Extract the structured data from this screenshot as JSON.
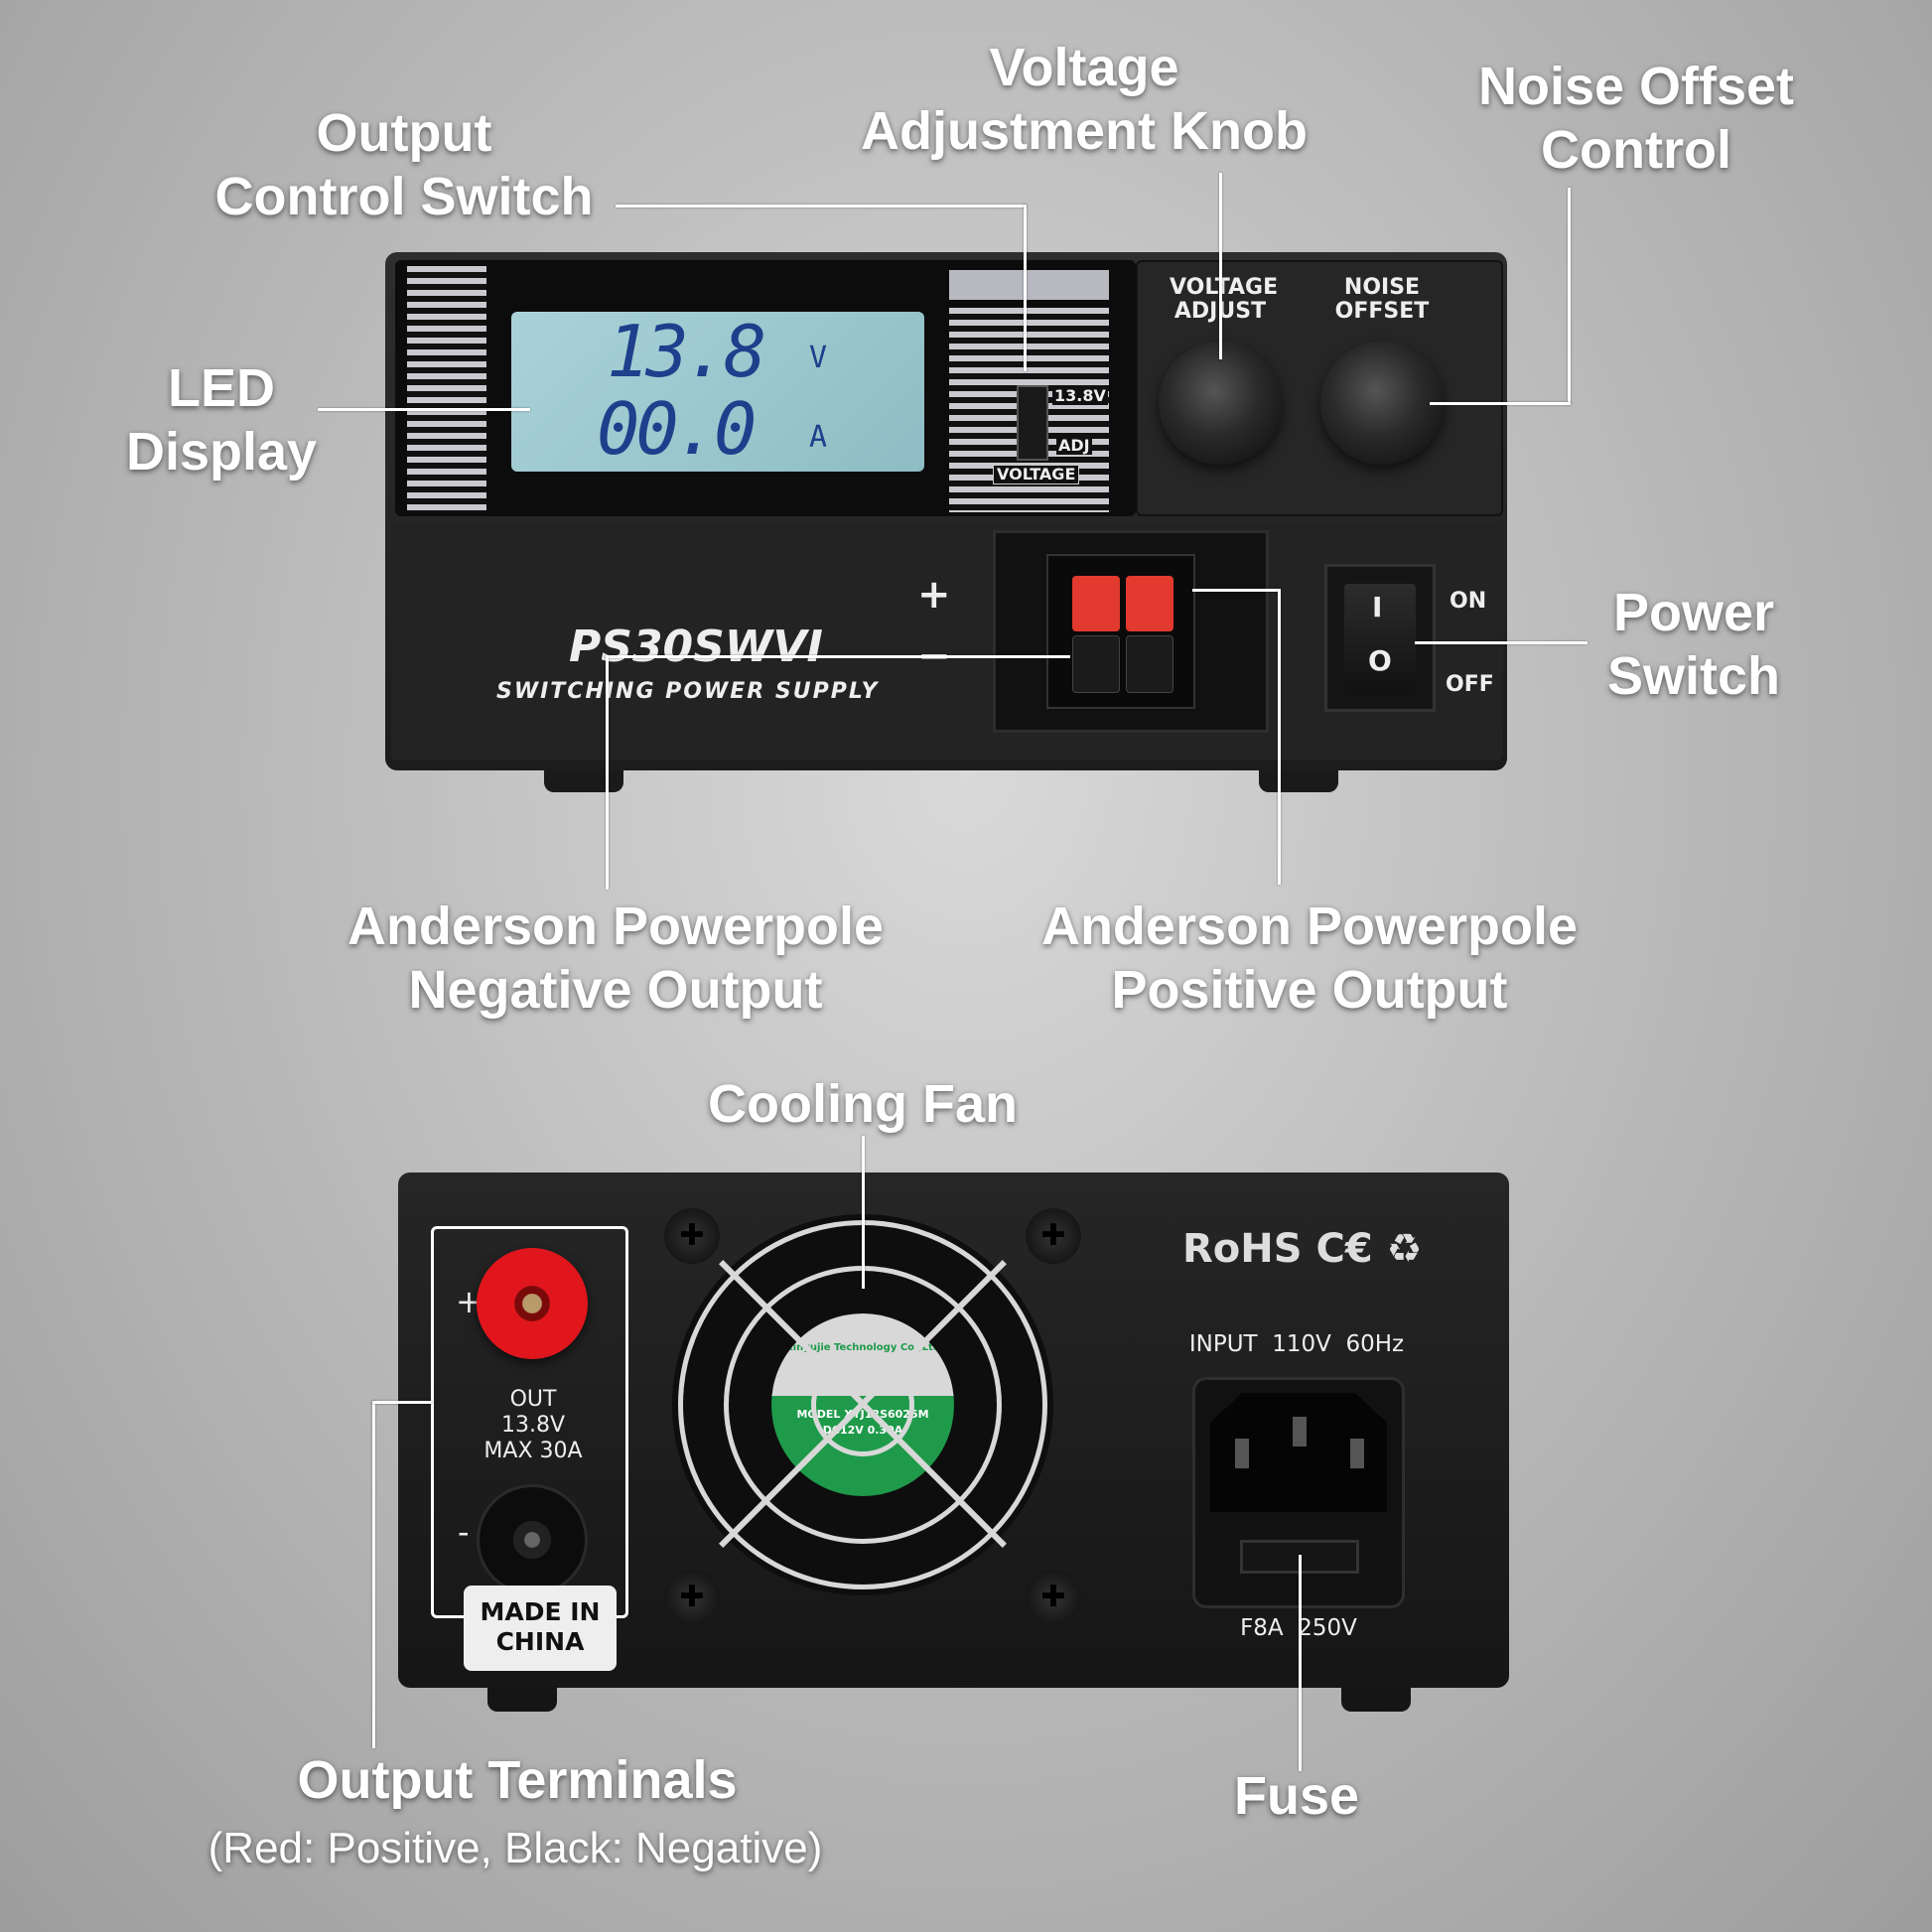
{
  "labels": {
    "output_control_switch": [
      "Output",
      "Control Switch"
    ],
    "voltage_adjustment_knob": [
      "Voltage",
      "Adjustment Knob"
    ],
    "noise_offset_control": [
      "Noise Offset",
      "Control"
    ],
    "led_display": [
      "LED",
      "Display"
    ],
    "power_switch": [
      "Power",
      "Switch"
    ],
    "anderson_negative": [
      "Anderson Powerpole",
      "Negative Output"
    ],
    "anderson_positive": [
      "Anderson Powerpole",
      "Positive Output"
    ],
    "cooling_fan": "Cooling Fan",
    "output_terminals": "Output Terminals",
    "output_terminals_note": "(Red: Positive, Black: Negative)",
    "fuse": "Fuse"
  },
  "front": {
    "lcd_voltage": "13.8",
    "lcd_voltage_unit": "V",
    "lcd_current": "00.0",
    "lcd_current_unit": "A",
    "switch_top": "13.8V",
    "switch_bottom": "ADJ",
    "switch_name": "VOLTAGE",
    "knob1": [
      "VOLTAGE",
      "ADJUST"
    ],
    "knob2": [
      "NOISE",
      "OFFSET"
    ],
    "model": "PS30SWVI",
    "model_sub": "SWITCHING POWER SUPPLY",
    "plus": "+",
    "minus": "−",
    "on": "ON",
    "off": "OFF",
    "rocker_on": "I",
    "rocker_off": "O"
  },
  "rear": {
    "plus": "+",
    "minus": "-",
    "out": [
      "OUT",
      "13.8V",
      "MAX 30A"
    ],
    "made_in": [
      "MADE IN",
      "CHINA"
    ],
    "compliance": "RoHS C€ ♻",
    "input": "INPUT  110V  60Hz",
    "fuse_rating": "F8A  250V",
    "fan_label": "Xinyujie Technology Co.,Ltd",
    "fan_model": "MODEL XYJ12S6025M",
    "fan_rating": "DC12V 0.30A"
  },
  "colors": {
    "lcd_digits": "#1e3f8c",
    "powerpole_positive": "#e23a2e",
    "terminal_positive": "#e0161c",
    "fan_label": "#1e9a4a"
  }
}
